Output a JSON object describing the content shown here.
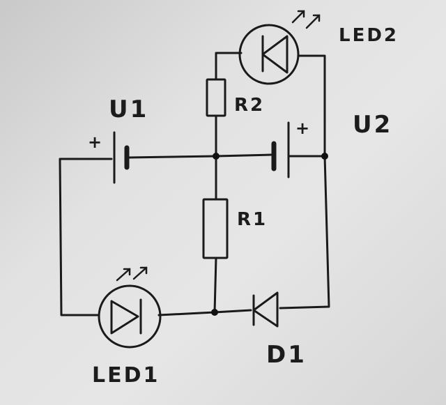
{
  "labels": {
    "led2": "LED2",
    "r2": "R2",
    "u1": "U1",
    "u2": "U2",
    "u1_plus": "+",
    "u2_plus": "+",
    "r1": "R1",
    "led1": "LED1",
    "d1": "D1"
  },
  "colors": {
    "ink": "#1a1a1a",
    "paper": "#e0e0e0"
  }
}
